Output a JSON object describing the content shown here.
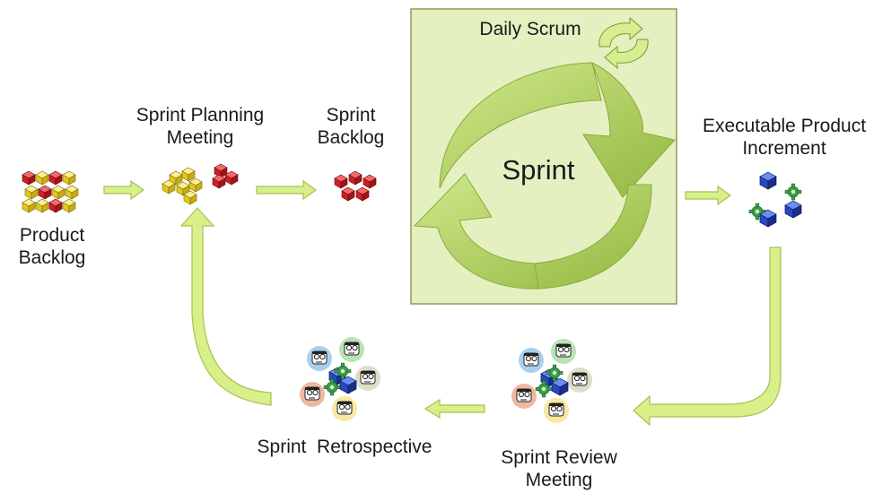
{
  "labels": {
    "product_backlog": [
      "Product",
      "Backlog"
    ],
    "sprint_planning": [
      "Sprint Planning",
      "Meeting"
    ],
    "sprint_backlog": [
      "Sprint",
      "Backlog"
    ],
    "daily_scrum": "Daily Scrum",
    "sprint": "Sprint",
    "increment": [
      "Executable Product",
      "Increment"
    ],
    "review": [
      "Sprint Review",
      "Meeting"
    ],
    "retrospective": "Sprint  Retrospective"
  },
  "colors": {
    "panel_fill": "#e4f0c0",
    "panel_border": "#8c9c5a",
    "arrow_fill": "#d8f08a",
    "arrow_stroke": "#a8c050",
    "cycle_light": "#d6ee90",
    "cycle_dark": "#9cbc48",
    "cube_yellow": "#f2df2a",
    "cube_red": "#d8202c",
    "cube_blue": "#2a4cc0",
    "gear_green": "#3aa04a"
  },
  "icons": [
    "backlog-cubes-icon",
    "planning-cubes-icon",
    "sprint-backlog-cubes-icon",
    "daily-cycle-icon",
    "increment-icon",
    "review-people-icon",
    "retrospective-people-icon"
  ]
}
